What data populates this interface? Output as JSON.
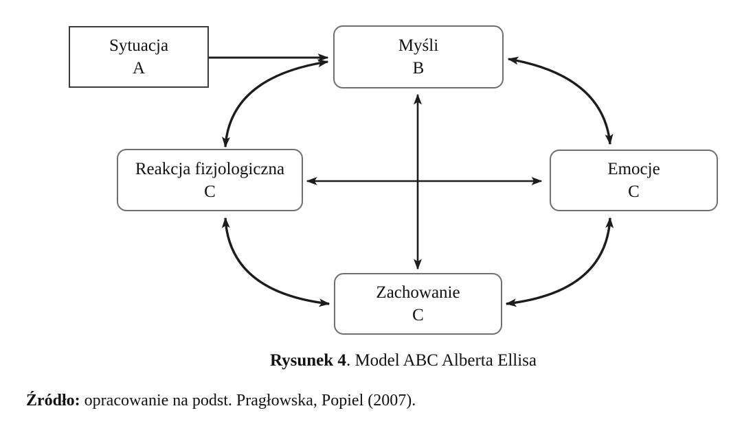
{
  "figure": {
    "caption_label": "Rysunek 4",
    "caption_rest": ". Model ABC Alberta Ellisa",
    "source_label": "Źródło:",
    "source_rest": " opracowanie na podst. Pragłowska, Popiel (2007)."
  },
  "nodes": [
    {
      "id": "sytuacja",
      "label": "Sytuacja",
      "letter": "A",
      "shape": "rectangle"
    },
    {
      "id": "mysli",
      "label": "Myśli",
      "letter": "B",
      "shape": "rounded"
    },
    {
      "id": "reakcja",
      "label": "Reakcja fizjologiczna",
      "letter": "C",
      "shape": "rounded"
    },
    {
      "id": "emocje",
      "label": "Emocje",
      "letter": "C",
      "shape": "rounded"
    },
    {
      "id": "zachowanie",
      "label": "Zachowanie",
      "letter": "C",
      "shape": "rounded"
    }
  ],
  "edges": [
    {
      "from": "sytuacja",
      "to": "mysli",
      "bidirectional": false,
      "style": "straight"
    },
    {
      "from": "mysli",
      "to": "reakcja",
      "bidirectional": true,
      "style": "curved"
    },
    {
      "from": "mysli",
      "to": "emocje",
      "bidirectional": true,
      "style": "curved"
    },
    {
      "from": "mysli",
      "to": "zachowanie",
      "bidirectional": true,
      "style": "straight-vertical"
    },
    {
      "from": "reakcja",
      "to": "emocje",
      "bidirectional": true,
      "style": "straight-horizontal"
    },
    {
      "from": "reakcja",
      "to": "zachowanie",
      "bidirectional": true,
      "style": "curved"
    },
    {
      "from": "emocje",
      "to": "zachowanie",
      "bidirectional": true,
      "style": "curved"
    }
  ],
  "colors": {
    "background": "#ffffff",
    "arrow": "#1c1c1c",
    "rounded_box_border": "#6e6e6e",
    "rect_box_border": "#3b3b3b",
    "text": "#111111"
  }
}
